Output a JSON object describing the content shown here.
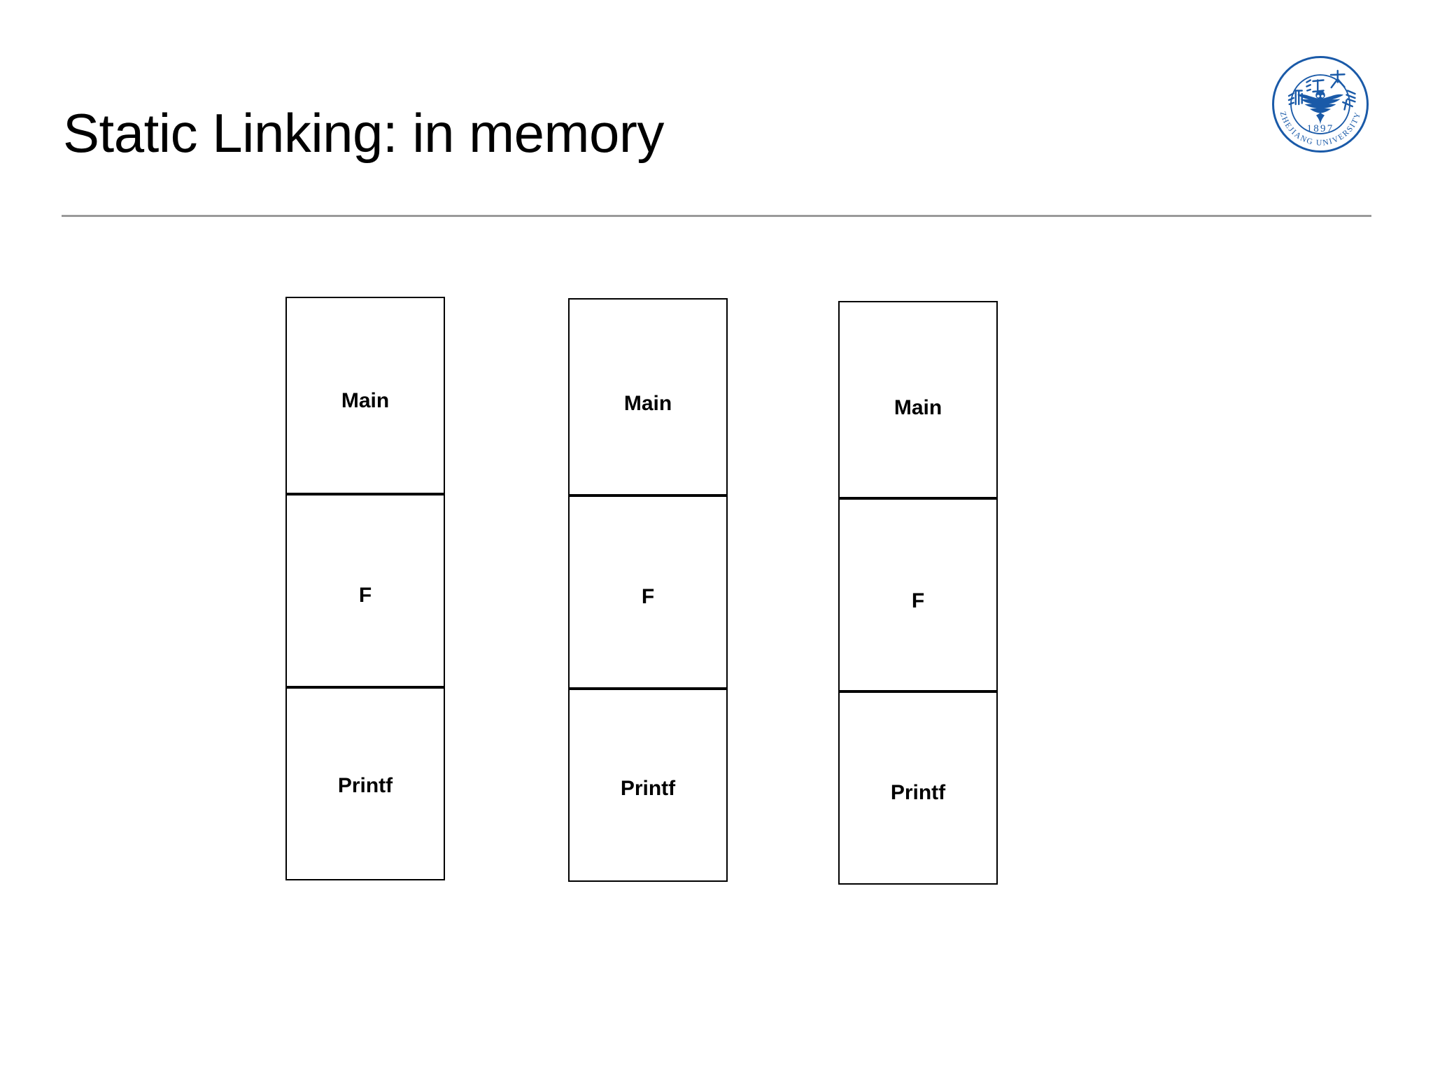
{
  "slide": {
    "title": "Static Linking: in memory",
    "accent_color": "#1a5aa8",
    "rule_color": "#9a9a9a",
    "background_color": "#ffffff"
  },
  "logo": {
    "name": "zhejiang-university-logo",
    "english_name": "ZHEJIANG UNIVERSITY",
    "year": "1897",
    "color": "#1a5aa8"
  },
  "diagram": {
    "type": "memory-layout",
    "columns": [
      {
        "id": "process-1",
        "cells": [
          {
            "label": "Main"
          },
          {
            "label": "F"
          },
          {
            "label": "Printf"
          }
        ]
      },
      {
        "id": "process-2",
        "cells": [
          {
            "label": "Main"
          },
          {
            "label": "F"
          },
          {
            "label": "Printf"
          }
        ]
      },
      {
        "id": "process-3",
        "cells": [
          {
            "label": "Main"
          },
          {
            "label": "F"
          },
          {
            "label": "Printf"
          }
        ]
      }
    ]
  }
}
